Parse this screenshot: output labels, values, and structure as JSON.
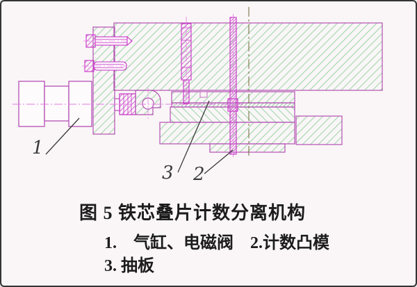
{
  "figure": {
    "caption": {
      "title": "图 5 铁芯叠片计数分离机构",
      "legend_line1": "1.　气缸、电磁阀　2.计数凸模",
      "legend_line2": "3. 抽板"
    },
    "callouts": [
      {
        "label": "1"
      },
      {
        "label": "2"
      },
      {
        "label": "3"
      }
    ]
  },
  "colors": {
    "outline_magenta": "#b44fb4",
    "bright_magenta": "#c832c8",
    "hatch_green": "#a5d8b0",
    "hatch_green_dense": "#8cc79a",
    "hatch_pink": "#d573d5",
    "centerline_pink": "#e07ce0",
    "centerline_olive": "#787347",
    "annotation_dark": "#3a3a3a",
    "caption_black": "#1c1c1c",
    "background": "#faf6f7"
  }
}
